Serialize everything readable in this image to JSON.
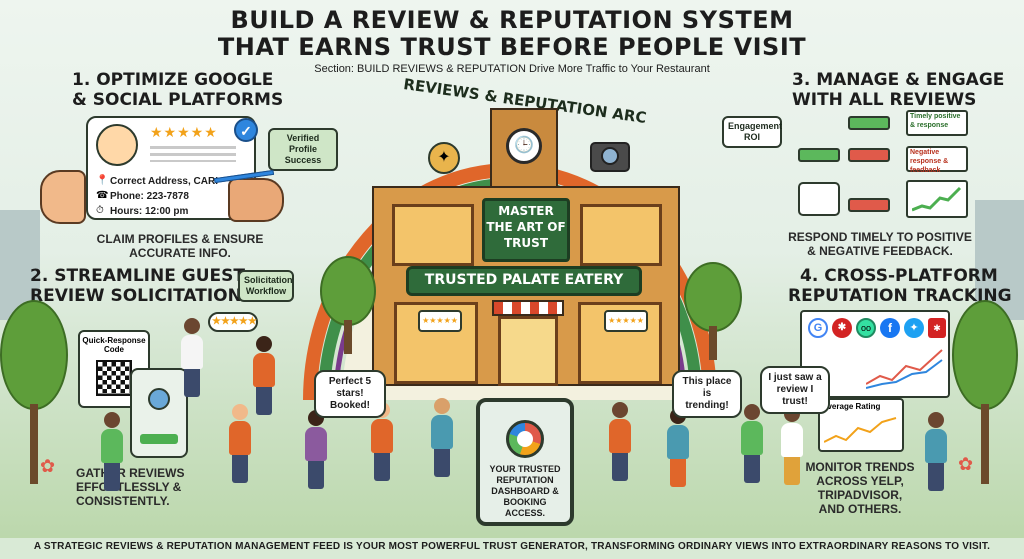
{
  "title_line1": "BUILD A REVIEW & REPUTATION SYSTEM",
  "title_line2": "THAT EARNS TRUST BEFORE PEOPLE VISIT",
  "subtitle": "Section: BUILD REVIEWS & REPUTATION Drive More Traffic to Your Restaurant",
  "arc_label": "REVIEWS & REPUTATION ARC",
  "center": {
    "master_text": "MASTER THE ART OF TRUST",
    "eatery_name": "TRUSTED PALATE EATERY"
  },
  "step1": {
    "heading_line1": "1. OPTIMIZE GOOGLE",
    "heading_line2": "& SOCIAL PLATFORMS",
    "badge": "Verified Profile Success",
    "address": "Correct Address, CARI",
    "phone": "Phone: 223-7878",
    "hours": "Hours: 12:00 pm",
    "stars": "★★★★★",
    "caption_line1": "CLAIM PROFILES & ENSURE",
    "caption_line2": "ACCURATE INFO."
  },
  "step2": {
    "heading_line1": "2. STREAMLINE GUEST",
    "heading_line2": "REVIEW SOLICITATION",
    "badge": "Solicitation Workflow",
    "qr_label": "Quick-Response Code",
    "caption_line1": "GATHER REVIEWS",
    "caption_line2": "EFFORTLESSLY &",
    "caption_line3": "CONSISTENTLY."
  },
  "step3": {
    "heading_line1": "3. MANAGE & ENGAGE",
    "heading_line2": "WITH ALL REVIEWS",
    "badge": "Engagement ROI",
    "positive_label": "Timely positive & response",
    "negative_label": "Negative response & feedback",
    "caption_line1": "RESPOND TIMELY TO POSITIVE",
    "caption_line2": "& NEGATIVE FEEDBACK."
  },
  "step4": {
    "heading_line1": "4. CROSS-PLATFORM",
    "heading_line2": "REPUTATION TRACKING",
    "chart_label": "Average Rating",
    "caption_line1": "MONITOR TRENDS",
    "caption_line2": "ACROSS YELP,",
    "caption_line3": "TRIPADVISOR,",
    "caption_line4": "AND OTHERS."
  },
  "bubbles": {
    "perfect": "Perfect 5 stars! Booked!",
    "trending": "This place is trending!",
    "review": "I just saw a review I trust!"
  },
  "tablet_text": "YOUR TRUSTED REPUTATION DASHBOARD & BOOKING ACCESS.",
  "footer": "A STRATEGIC REVIEWS & REPUTATION MANAGEMENT FEED IS YOUR MOST POWERFUL TRUST GENERATOR, TRANSFORMING ORDINARY VIEWS INTO EXTRAORDINARY REASONS TO VISIT.",
  "colors": {
    "arc_outer": "#e0662a",
    "arc_mid": "#3f8f4a",
    "building": "#d89a4a",
    "sign": "#2f6b3a",
    "star": "#f2a21a"
  }
}
